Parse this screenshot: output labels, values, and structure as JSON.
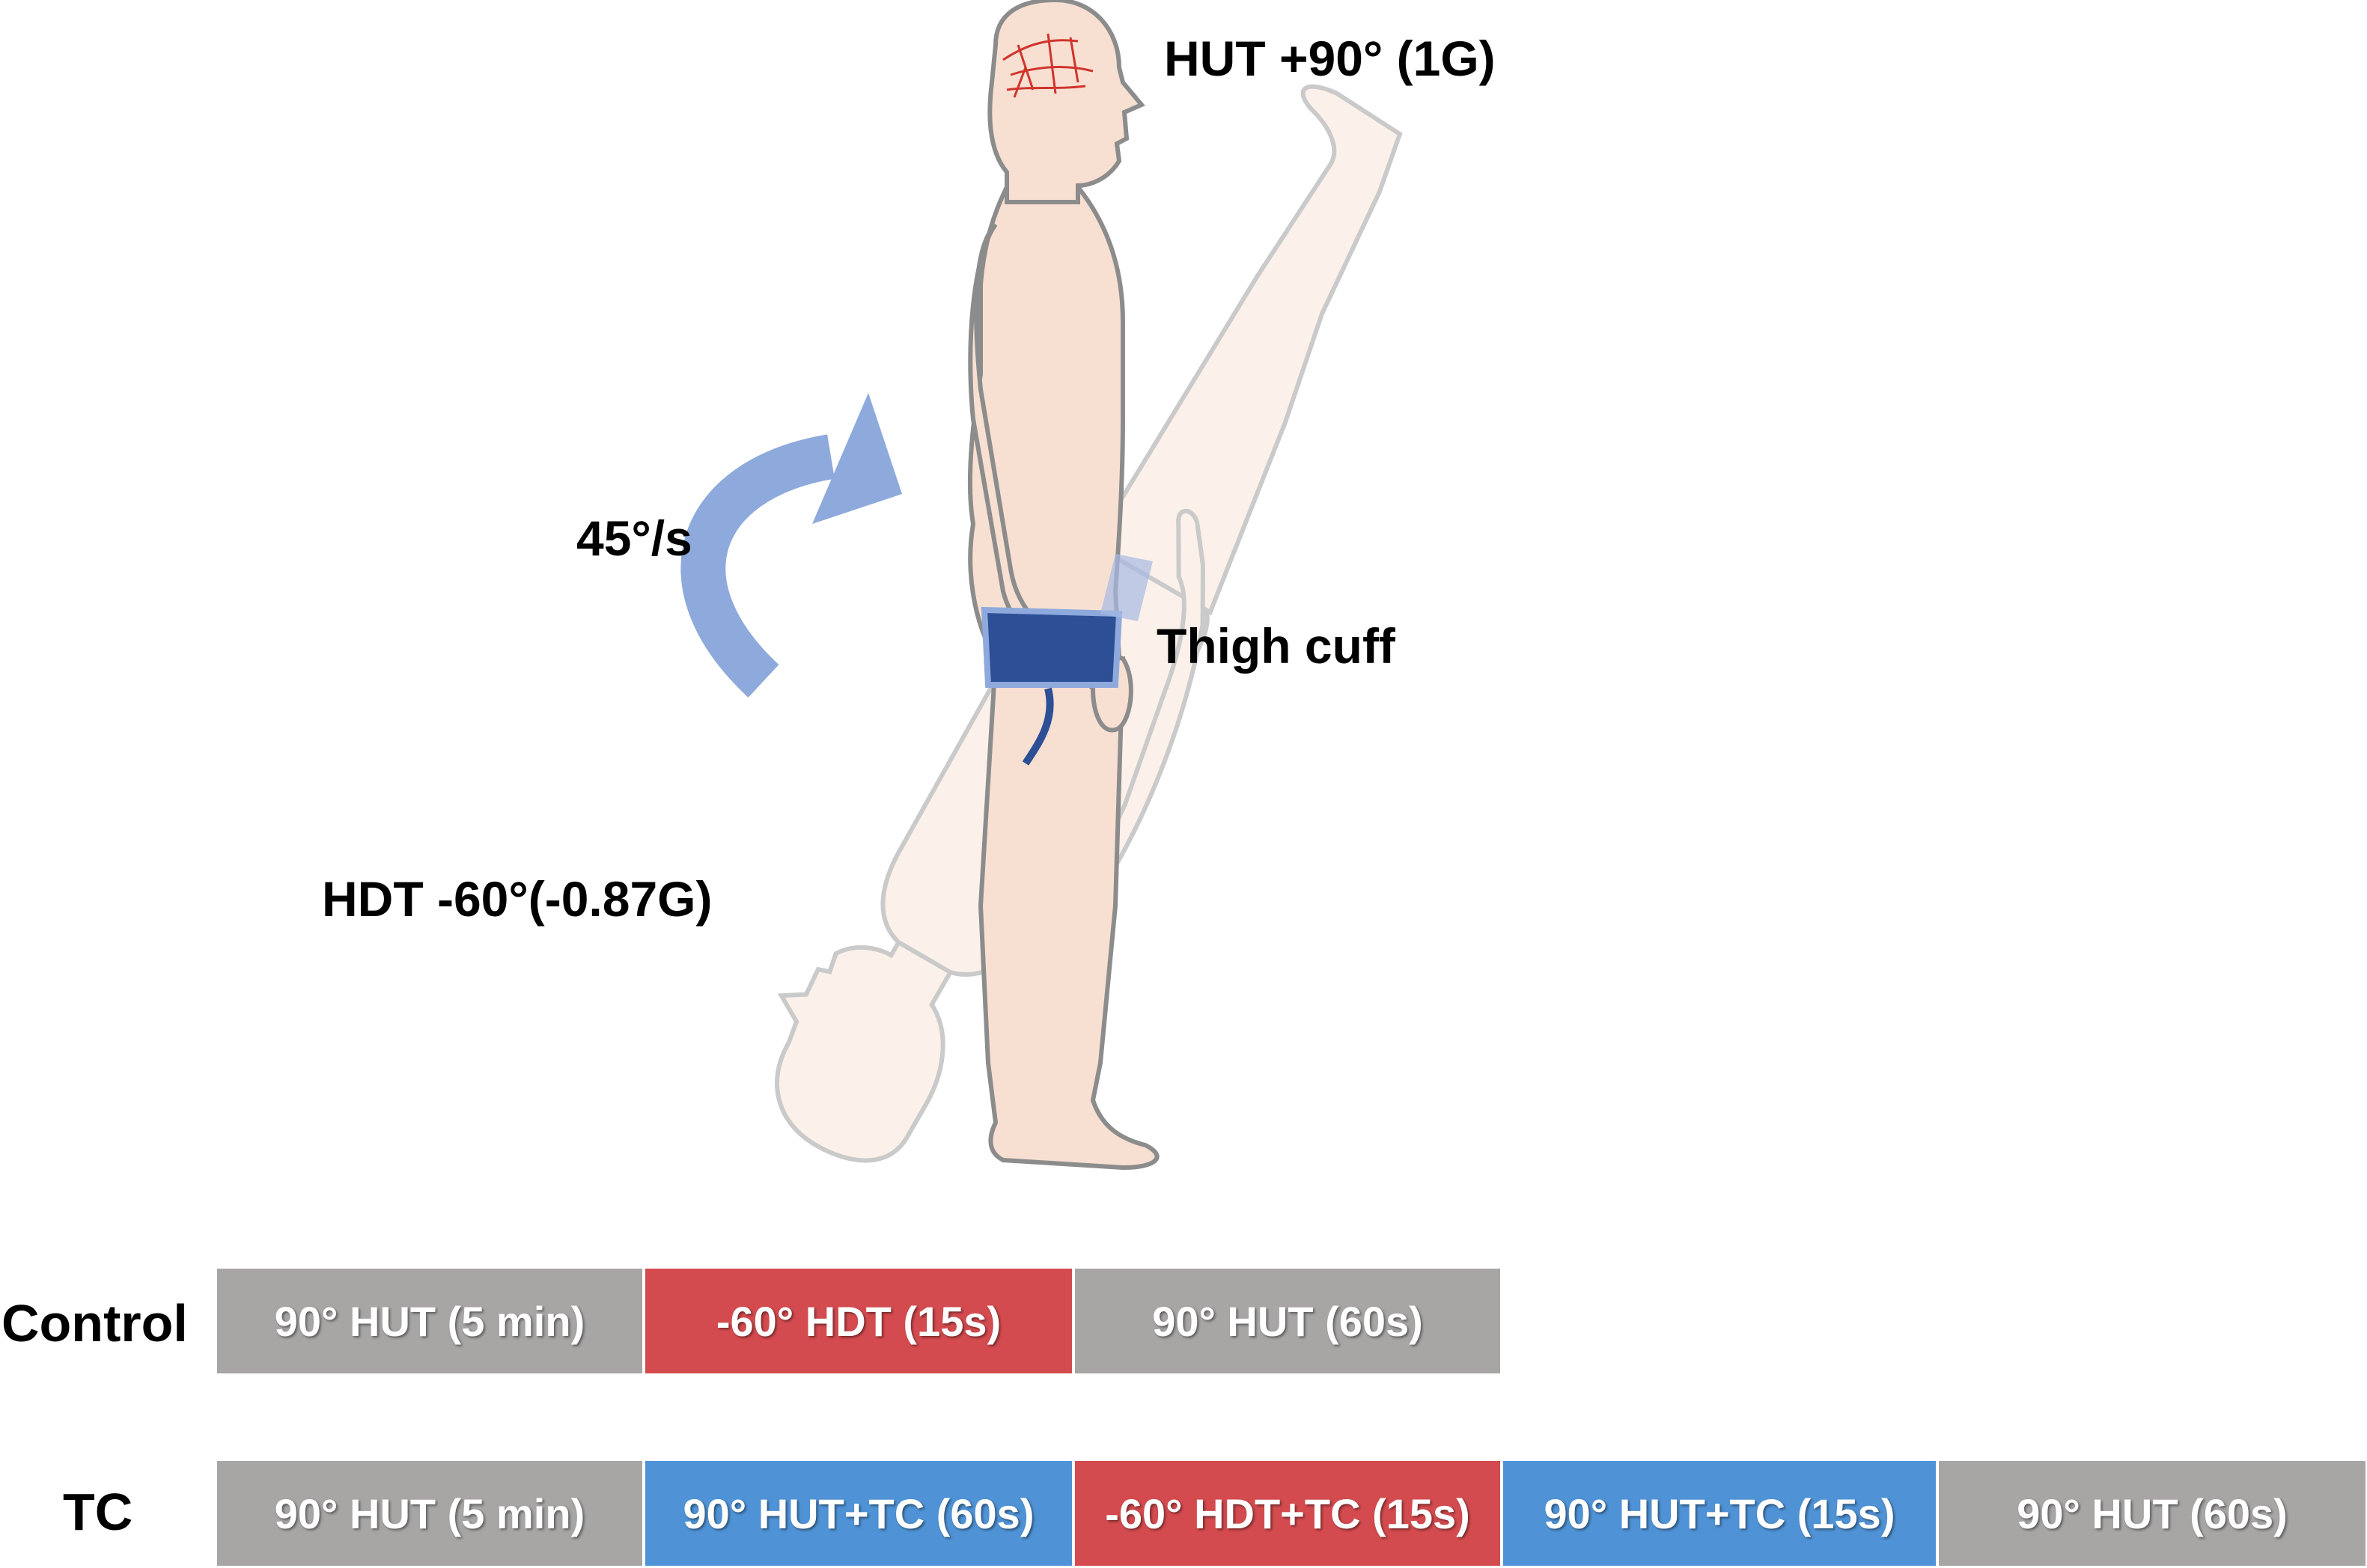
{
  "labels": {
    "hut": "HUT +90° (1G)",
    "rate": "45°/s",
    "cuff": "Thigh cuff",
    "hdt": "HDT -60°(-0.87G)"
  },
  "colors": {
    "hut_gray": "#a8a5a5",
    "hdt_red": "#d44b4f",
    "tc_blue": "#4f93d6",
    "skin": "#f7e0d2",
    "outline": "#8c8c8c",
    "cuff": "#2c4f96",
    "arrow": "#8ea9dc",
    "vessels": "#d0342c"
  },
  "protocol": {
    "rows": [
      {
        "label": "Control",
        "segments": [
          {
            "text": "90° HUT (5 min)",
            "kind": "hut"
          },
          {
            "text": "-60° HDT (15s)",
            "kind": "hdt"
          },
          {
            "text": "90° HUT (60s)",
            "kind": "hut"
          }
        ]
      },
      {
        "label": "TC",
        "segments": [
          {
            "text": "90° HUT (5 min)",
            "kind": "hut"
          },
          {
            "text": "90° HUT+TC (60s)",
            "kind": "tc"
          },
          {
            "text": "-60° HDT+TC (15s)",
            "kind": "hdt"
          },
          {
            "text": "90° HUT+TC (15s)",
            "kind": "tc"
          },
          {
            "text": "90° HUT (60s)",
            "kind": "hut"
          }
        ]
      }
    ]
  }
}
